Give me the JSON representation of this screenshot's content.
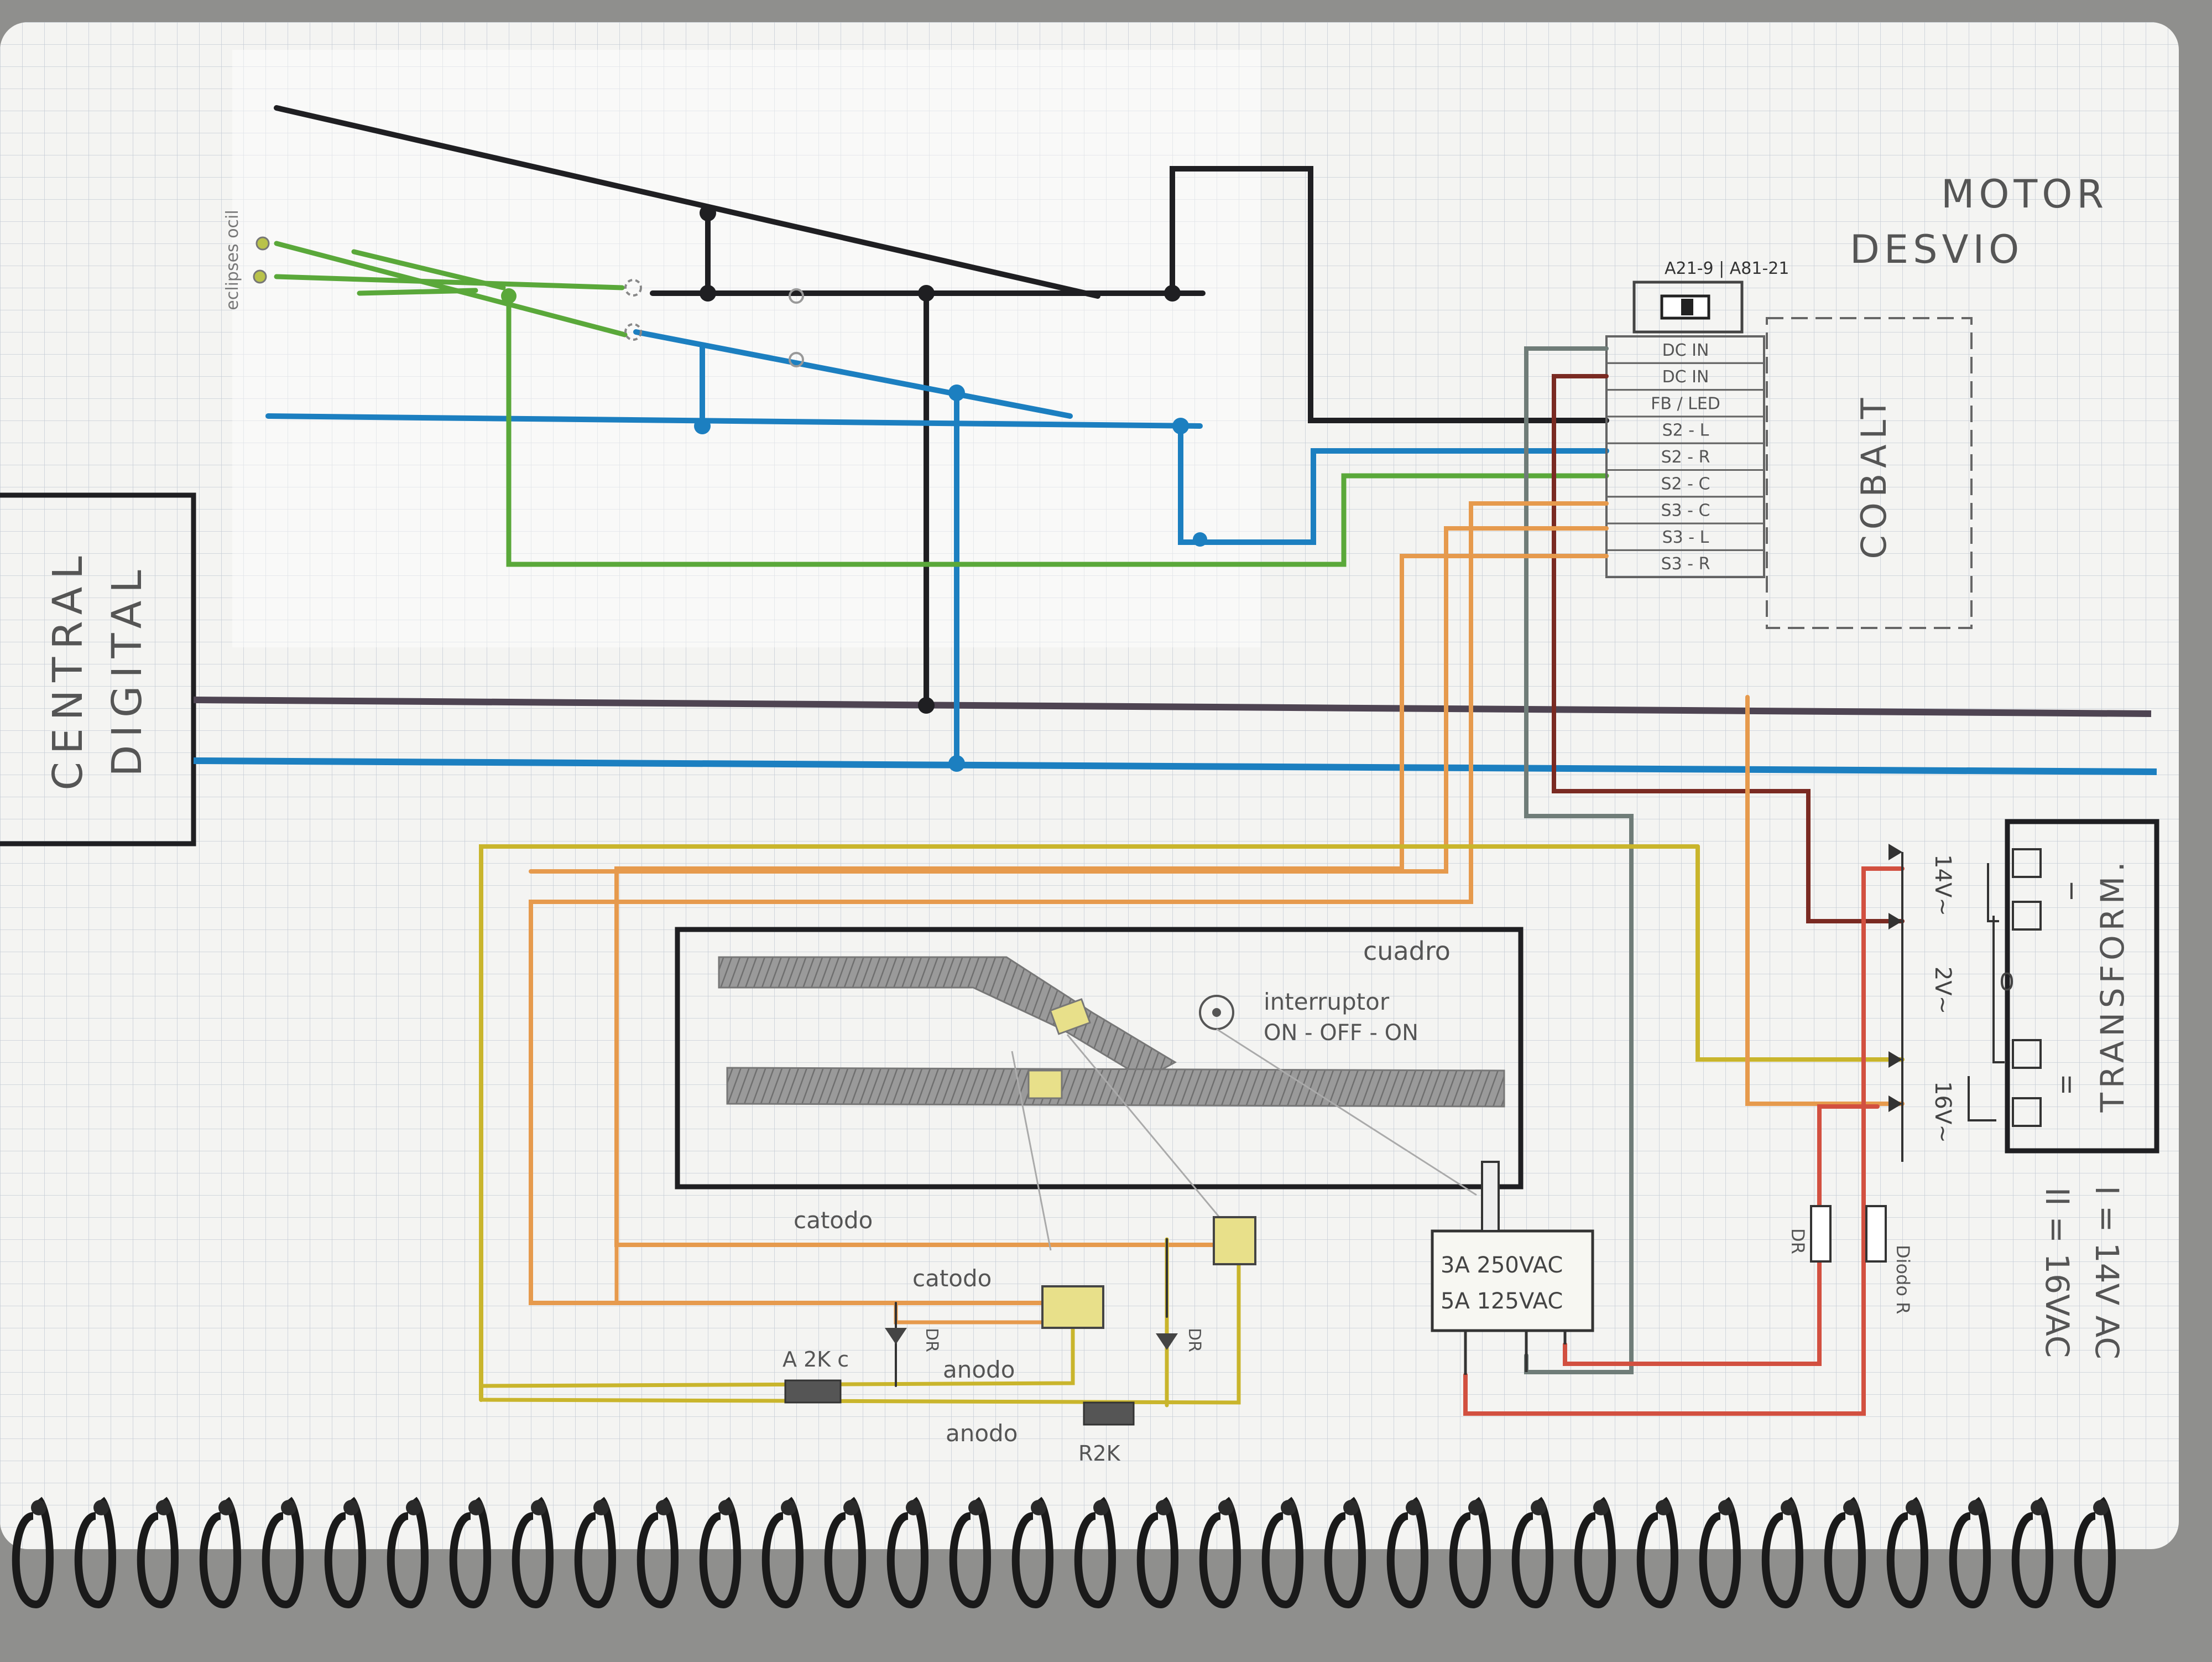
{
  "central": {
    "line1": "CENTRAL",
    "line2": "DIGITAL"
  },
  "eclipse_label": "eclipses ocil",
  "motor": {
    "line1": "MOTOR",
    "line2": "DESVIO",
    "brand": "COBALT",
    "model": "A21-9 | A81-21"
  },
  "terminals": [
    "DC IN",
    "DC IN",
    "FB / LED",
    "S2 - L",
    "S2 - R",
    "S2 - C",
    "S3 - C",
    "S3 - L",
    "S3 - R"
  ],
  "panel": {
    "label": "cuadro",
    "switch_label": "interruptor",
    "switch_mode": "ON - OFF - ON"
  },
  "toggle": {
    "rating1": "3A 250VAC",
    "rating2": "5A 125VAC"
  },
  "transformer": {
    "label": "TRANSFORM.",
    "roman1": "I",
    "roman2": "II",
    "zero": "0"
  },
  "voltages": {
    "v14": "14V~",
    "v2": "2V~",
    "v16": "16V~"
  },
  "legend": {
    "line1": "I = 14V AC",
    "line2": "II = 16VAC"
  },
  "components": {
    "catodo1": "catodo",
    "catodo2": "catodo",
    "anodo1": "anodo",
    "anodo2": "anodo",
    "resistor1": "A 2K c",
    "resistor2": "R2K",
    "diode1": "DR",
    "diode2": "DR",
    "diode3": "DR",
    "diode4": "Diodo R"
  },
  "colors": {
    "black": "#1f1f22",
    "blue": "#1c7fc0",
    "green": "#5aa83a",
    "orange": "#e69a4d",
    "yellow": "#c9b52c",
    "red": "#d25040",
    "darkred": "#7a2a22",
    "grey": "#6f7c78",
    "purple": "#4e4452"
  }
}
